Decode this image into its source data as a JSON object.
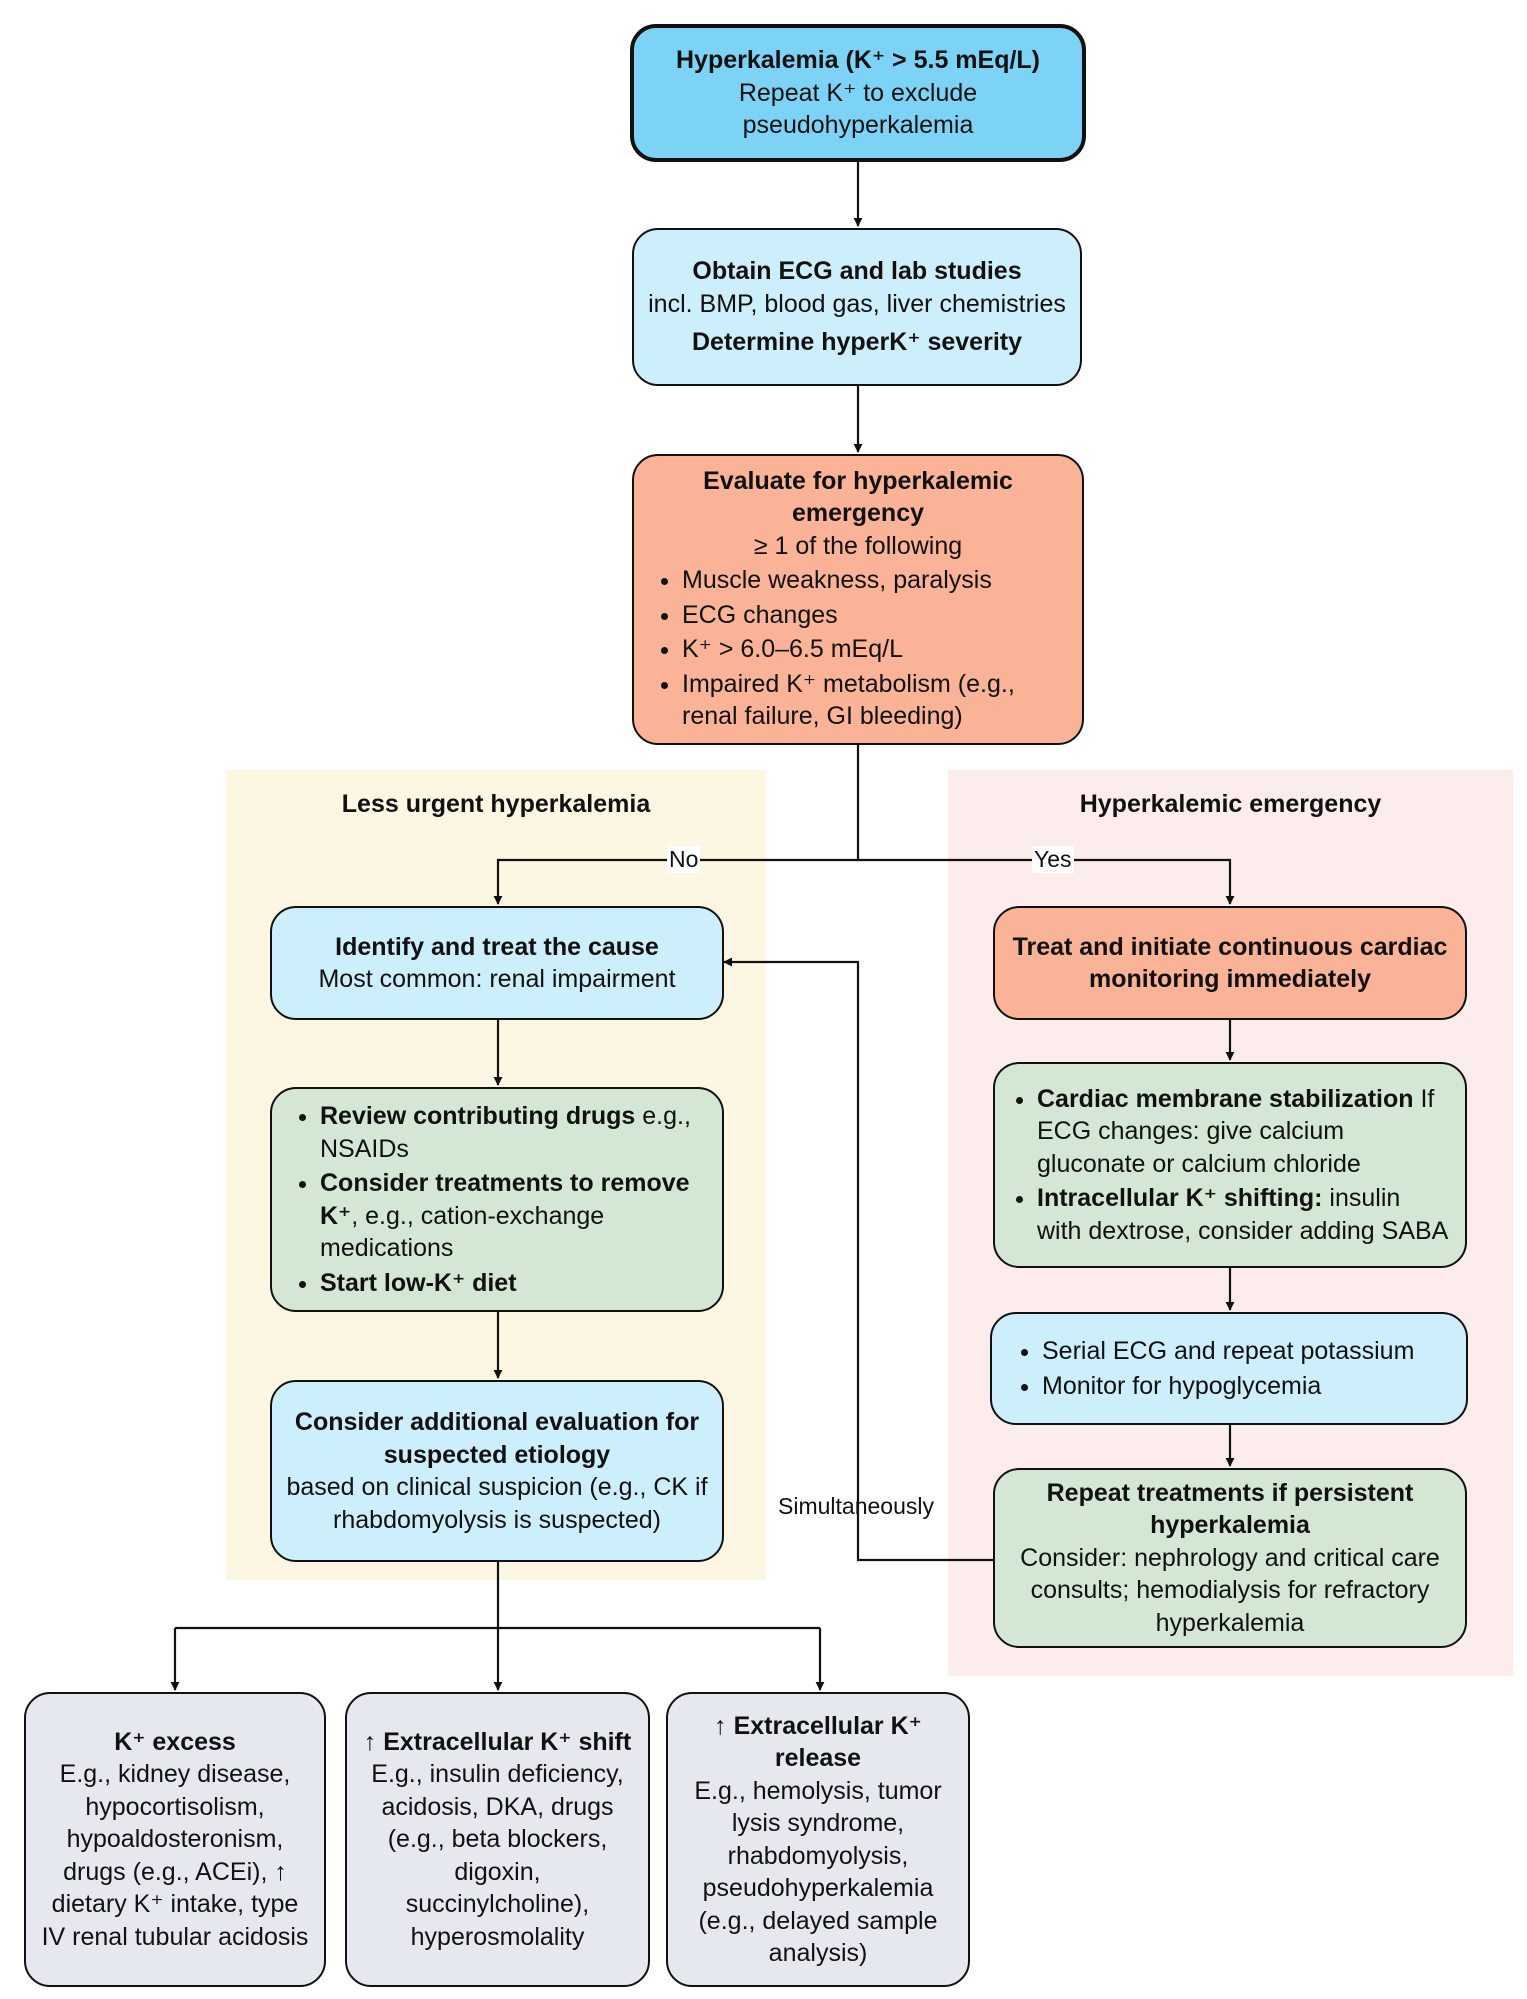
{
  "nodes": {
    "start": {
      "title": "Hyperkalemia (K⁺ > 5.5 mEq/L)",
      "text": "Repeat K⁺ to exclude pseudohyperkalemia"
    },
    "obtain": {
      "title": "Obtain ECG and lab studies",
      "text": "incl. BMP, blood gas, liver chemistries",
      "footer": "Determine hyperK⁺ severity"
    },
    "evaluate": {
      "title": "Evaluate for hyperkalemic emergency",
      "subtitle": "≥ 1 of the following",
      "items": [
        "Muscle weakness, paralysis",
        "ECG changes",
        "K⁺ > 6.0–6.5 mEq/L",
        "Impaired K⁺ metabolism (e.g., renal failure, GI bleeding)"
      ]
    },
    "identify": {
      "title": "Identify and treat the cause",
      "text": "Most common: renal impairment"
    },
    "review": {
      "items": [
        {
          "bold": "Review contributing drugs",
          "rest": " e.g., NSAIDs"
        },
        {
          "bold": "Consider treatments to remove K⁺",
          "rest": ", e.g., cation-exchange medications"
        },
        {
          "bold": "Start low-K⁺ diet",
          "rest": ""
        }
      ]
    },
    "additional": {
      "title": "Consider additional evaluation for suspected etiology",
      "text": "based on clinical suspicion (e.g., CK if rhabdomyolysis is suspected)"
    },
    "treat": {
      "title": "Treat and initiate continuous cardiac monitoring immediately"
    },
    "stabilize": {
      "items": [
        {
          "bold": "Cardiac membrane stabilization",
          "rest": " If ECG changes: give calcium gluconate or calcium chloride"
        },
        {
          "bold": "Intracellular K⁺ shifting:",
          "rest": " insulin with dextrose, consider adding SABA"
        }
      ]
    },
    "serial": {
      "items": [
        "Serial ECG and repeat potassium",
        "Monitor for hypoglycemia"
      ]
    },
    "repeat": {
      "title": "Repeat treatments if persistent hyperkalemia",
      "text": "Consider: nephrology and critical care consults; hemodialysis for refractory hyperkalemia"
    },
    "excess": {
      "title": "K⁺ excess",
      "text": "E.g., kidney disease, hypocortisolism, hypoaldosteronism, drugs (e.g., ACEi), ↑ dietary K⁺ intake, type IV renal tubular acidosis"
    },
    "shift": {
      "title": "↑ Extracellular K⁺ shift",
      "text": "E.g., insulin deficiency, acidosis, DKA, drugs (e.g., beta blockers, digoxin, succinylcholine), hyperosmolality"
    },
    "release": {
      "title": "↑ Extracellular K⁺ release",
      "text": "E.g., hemolysis, tumor lysis syndrome, rhabdomyolysis, pseudohyperkalemia (e.g., delayed sample analysis)"
    }
  },
  "regions": {
    "less_urgent": "Less urgent hyperkalemia",
    "emergency": "Hyperkalemic emergency"
  },
  "edge_labels": {
    "no": "No",
    "yes": "Yes",
    "simultaneously": "Simultaneously"
  },
  "colors": {
    "top_blue": "#7dd3f5",
    "light_blue": "#cdeefb",
    "orange": "#fab396",
    "green": "#d4e7d4",
    "gray": "#e5e8ef",
    "less_urgent_bg": "#fdf6e3",
    "emergency_bg": "#fdecec"
  }
}
